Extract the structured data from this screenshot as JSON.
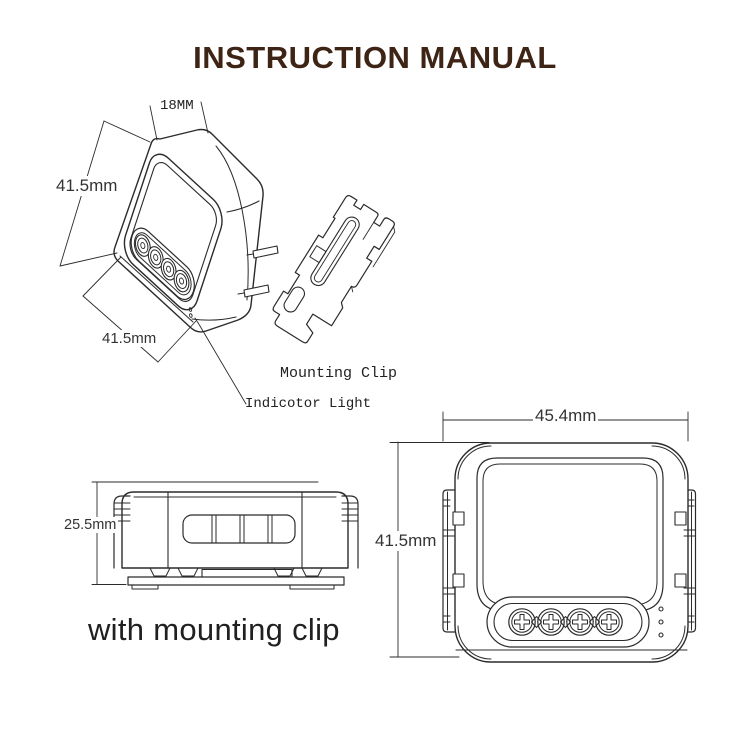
{
  "title": "INSTRUCTION MANUAL",
  "colors": {
    "title_brown": "#3e2415",
    "line_dark": "#2b2b2b",
    "caption_dark": "#202022",
    "background": "#ffffff"
  },
  "iso_view": {
    "dim_top": "18MM",
    "dim_left": "41.5mm",
    "dim_bottom": "41.5mm",
    "label_mounting_clip": "Mounting Clip",
    "label_indicator_light": "Indicotor Light"
  },
  "side_view": {
    "dim_height": "25.5mm",
    "caption": "with mounting clip"
  },
  "front_view": {
    "dim_width": "45.4mm",
    "dim_height": "41.5mm"
  }
}
